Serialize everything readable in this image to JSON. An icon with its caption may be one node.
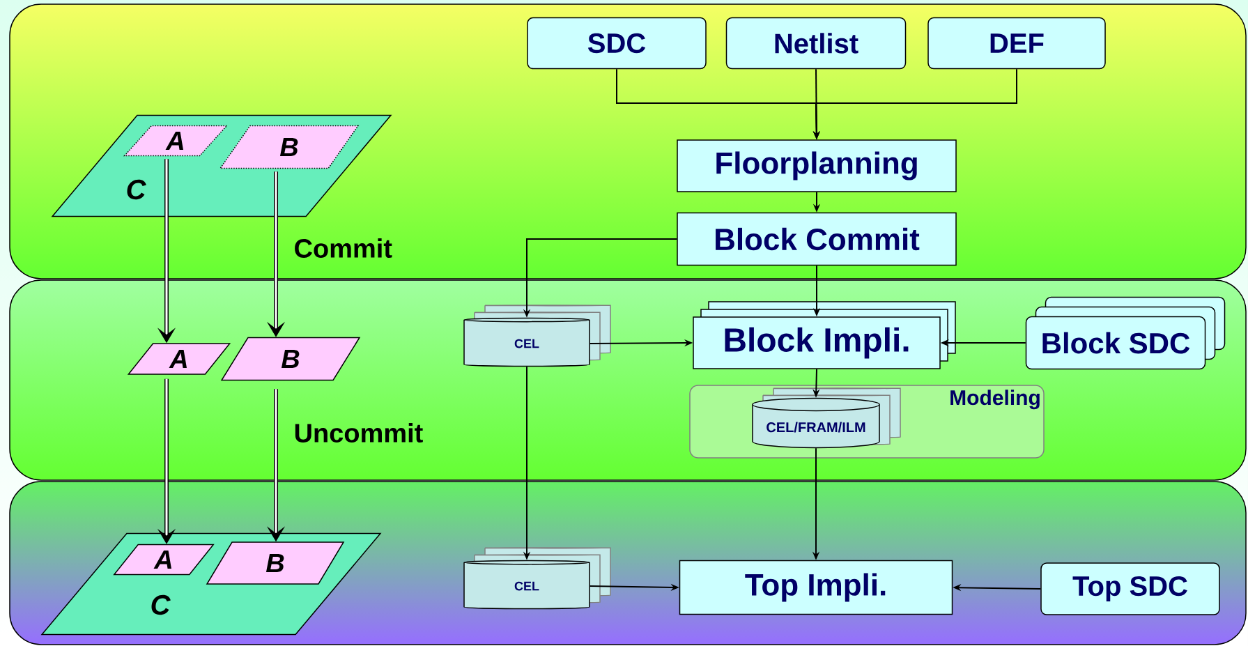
{
  "diagram": {
    "nodes": [
      {
        "text": [
          "SDC"
        ]
      },
      {
        "text": [
          "Netlist"
        ]
      },
      {
        "text": [
          "DEF"
        ]
      },
      {
        "text": [
          "Floorplanning"
        ]
      },
      {
        "text": [
          "Block Commit"
        ]
      },
      {
        "text": [
          "CEL"
        ]
      },
      {
        "text": [
          "Block Impli."
        ]
      },
      {
        "text": [
          "Block SDC"
        ]
      },
      {
        "text": [
          "Modeling"
        ]
      },
      {
        "text": [
          "CEL/FRAM/ILM"
        ],
        "in": 8
      },
      {
        "text": [
          "CEL"
        ]
      },
      {
        "text": [
          "Top Impli."
        ]
      },
      {
        "text": [
          "Top SDC"
        ]
      },
      {
        "text": [
          "C"
        ]
      },
      {
        "text": [
          "A"
        ],
        "in": 13
      },
      {
        "text": [
          "B"
        ],
        "in": 13
      },
      {
        "text": [
          "A"
        ]
      },
      {
        "text": [
          "B"
        ]
      },
      {
        "text": [
          "C"
        ]
      },
      {
        "text": [
          "A"
        ],
        "in": 18
      },
      {
        "text": [
          "B"
        ],
        "in": 18
      }
    ],
    "edges": [
      {
        "from": 0,
        "to": 3,
        "arrow": "to"
      },
      {
        "from": 1,
        "to": 3,
        "arrow": "to"
      },
      {
        "from": 2,
        "to": 3,
        "arrow": "to"
      },
      {
        "from": 3,
        "to": 4,
        "arrow": "to"
      },
      {
        "from": 4,
        "to": 5,
        "arrow": "to"
      },
      {
        "from": 4,
        "to": 6,
        "arrow": "to"
      },
      {
        "from": 5,
        "to": 6,
        "arrow": "to"
      },
      {
        "from": 7,
        "to": 6,
        "arrow": "to"
      },
      {
        "from": 6,
        "to": 9,
        "arrow": "to"
      },
      {
        "from": 9,
        "to": 11,
        "arrow": "to"
      },
      {
        "from": 5,
        "to": 10,
        "arrow": "to"
      },
      {
        "from": 10,
        "to": 11,
        "arrow": "to"
      },
      {
        "from": 12,
        "to": 11,
        "arrow": "to"
      },
      {
        "from": 14,
        "to": 16,
        "arrow": "to",
        "style": "thick"
      },
      {
        "from": 15,
        "to": 17,
        "arrow": "to",
        "style": "thick"
      },
      {
        "from": 16,
        "to": 19,
        "arrow": "to",
        "style": "thick"
      },
      {
        "from": 17,
        "to": 20,
        "arrow": "to",
        "style": "thick"
      }
    ],
    "labels": [
      "Commit",
      "Uncommit"
    ]
  }
}
